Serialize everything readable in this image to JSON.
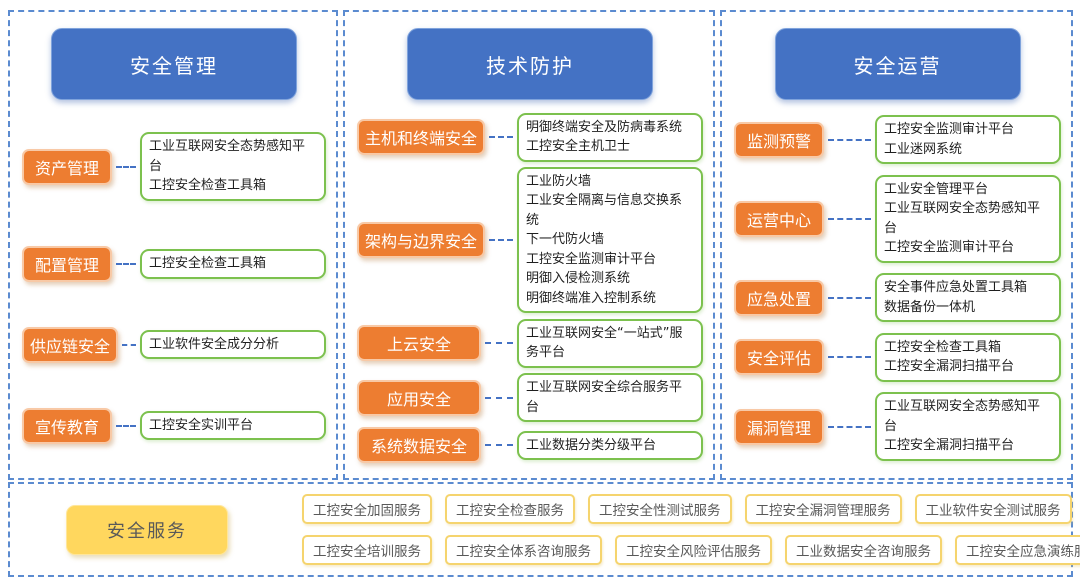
{
  "columns": [
    {
      "title": "安全管理",
      "rows": [
        {
          "label": "资产管理",
          "items": [
            "工业互联网安全态势感知平台",
            "工控安全检查工具箱"
          ]
        },
        {
          "label": "配置管理",
          "items": [
            "工控安全检查工具箱"
          ]
        },
        {
          "label": "供应链安全",
          "items": [
            "工业软件安全成分分析"
          ]
        },
        {
          "label": "宣传教育",
          "items": [
            "工控安全实训平台"
          ]
        }
      ]
    },
    {
      "title": "技术防护",
      "rows": [
        {
          "label": "主机和终端安全",
          "items": [
            "明御终端安全及防病毒系统",
            "工控安全主机卫士"
          ]
        },
        {
          "label": "架构与边界安全",
          "items": [
            "工业防火墙",
            "工业安全隔离与信息交换系统",
            "下一代防火墙",
            "工控安全监测审计平台",
            "明御入侵检测系统",
            "明御终端准入控制系统"
          ]
        },
        {
          "label": "上云安全",
          "items": [
            "工业互联网安全“一站式”服务平台"
          ]
        },
        {
          "label": "应用安全",
          "items": [
            "工业互联网安全综合服务平台"
          ]
        },
        {
          "label": "系统数据安全",
          "items": [
            "工业数据分类分级平台"
          ]
        }
      ]
    },
    {
      "title": "安全运营",
      "rows": [
        {
          "label": "监测预警",
          "items": [
            "工控安全监测审计平台",
            "工业迷网系统"
          ]
        },
        {
          "label": "运营中心",
          "items": [
            "工业安全管理平台",
            "工业互联网安全态势感知平台",
            "工控安全监测审计平台"
          ]
        },
        {
          "label": "应急处置",
          "items": [
            "安全事件应急处置工具箱",
            "数据备份一体机"
          ]
        },
        {
          "label": "安全评估",
          "items": [
            "工控安全检查工具箱",
            "工控安全漏洞扫描平台"
          ]
        },
        {
          "label": "漏洞管理",
          "items": [
            "工业互联网安全态势感知平台",
            "工控安全漏洞扫描平台"
          ]
        }
      ]
    }
  ],
  "services": {
    "title": "安全服务",
    "rows": [
      [
        "工控安全加固服务",
        "工控安全检查服务",
        "工控安全性测试服务",
        "工控安全漏洞管理服务",
        "工业软件安全测试服务"
      ],
      [
        "工控安全培训服务",
        "工控安全体系咨询服务",
        "工控安全风险评估服务",
        "工业数据安全咨询服务",
        "工控安全应急演练服务"
      ]
    ]
  },
  "colors": {
    "title_blue": "#4472C4",
    "label_orange": "#ED7D31",
    "box_green_border": "#7CC14E",
    "connector_blue": "#4472C4",
    "panel_border_blue": "#5B8BD0",
    "service_yellow": "#FFD75E",
    "chip_border_yellow": "#F5D46E",
    "text_dark": "#595959"
  }
}
